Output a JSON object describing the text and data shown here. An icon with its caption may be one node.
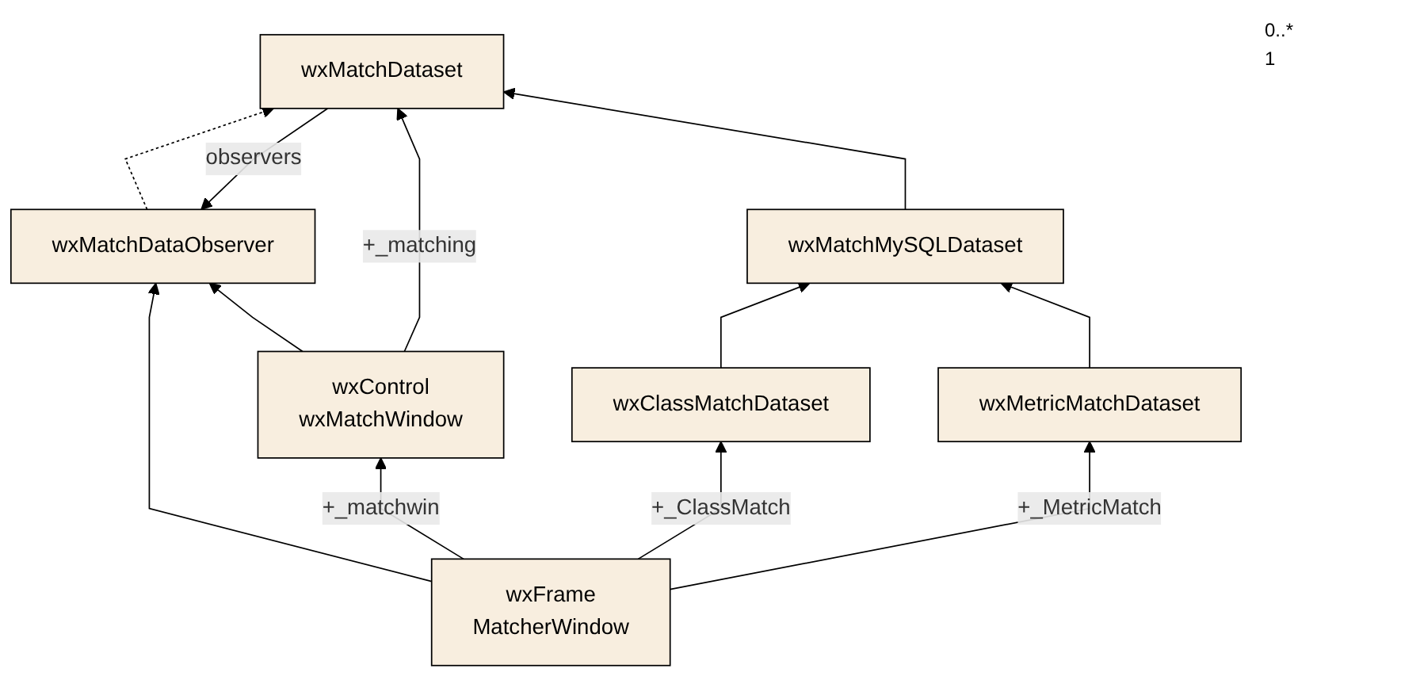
{
  "diagram": {
    "nodes": [
      {
        "text": [
          "wxMatchDataObserver"
        ]
      },
      {
        "text": [
          "wxMatchDataset"
        ]
      },
      {
        "text": [
          "wxMatchMySQLDataset"
        ]
      },
      {
        "text": [
          "wxClassMatchDataset"
        ]
      },
      {
        "text": [
          "wxMetricMatchDataset"
        ]
      },
      {
        "text": [
          "wxControl",
          "wxMatchWindow"
        ]
      },
      {
        "text": [
          "wxFrame",
          "MatcherWindow"
        ]
      }
    ],
    "edges": [
      {
        "from": 0,
        "to": 1,
        "arrow": "to",
        "style": "dashed"
      },
      {
        "from": 1,
        "to": 0,
        "arrow": "to",
        "label": "observers"
      },
      {
        "from": 2,
        "to": 1,
        "arrow": "to"
      },
      {
        "from": 3,
        "to": 2,
        "arrow": "to"
      },
      {
        "from": 4,
        "to": 2,
        "arrow": "to"
      },
      {
        "from": 5,
        "to": 0,
        "arrow": "to"
      },
      {
        "from": 6,
        "to": 0,
        "arrow": "to"
      },
      {
        "from": 5,
        "to": 1,
        "arrow": "to",
        "label": "+_matching"
      },
      {
        "from": 6,
        "to": 5,
        "arrow": "to",
        "label": "+_matchwin"
      },
      {
        "from": 6,
        "to": 3,
        "arrow": "to",
        "label": "+_ClassMatch"
      },
      {
        "from": 6,
        "to": 4,
        "arrow": "to",
        "label": "+_MetricMatch"
      }
    ],
    "labels": [
      "0..*",
      "1"
    ]
  }
}
